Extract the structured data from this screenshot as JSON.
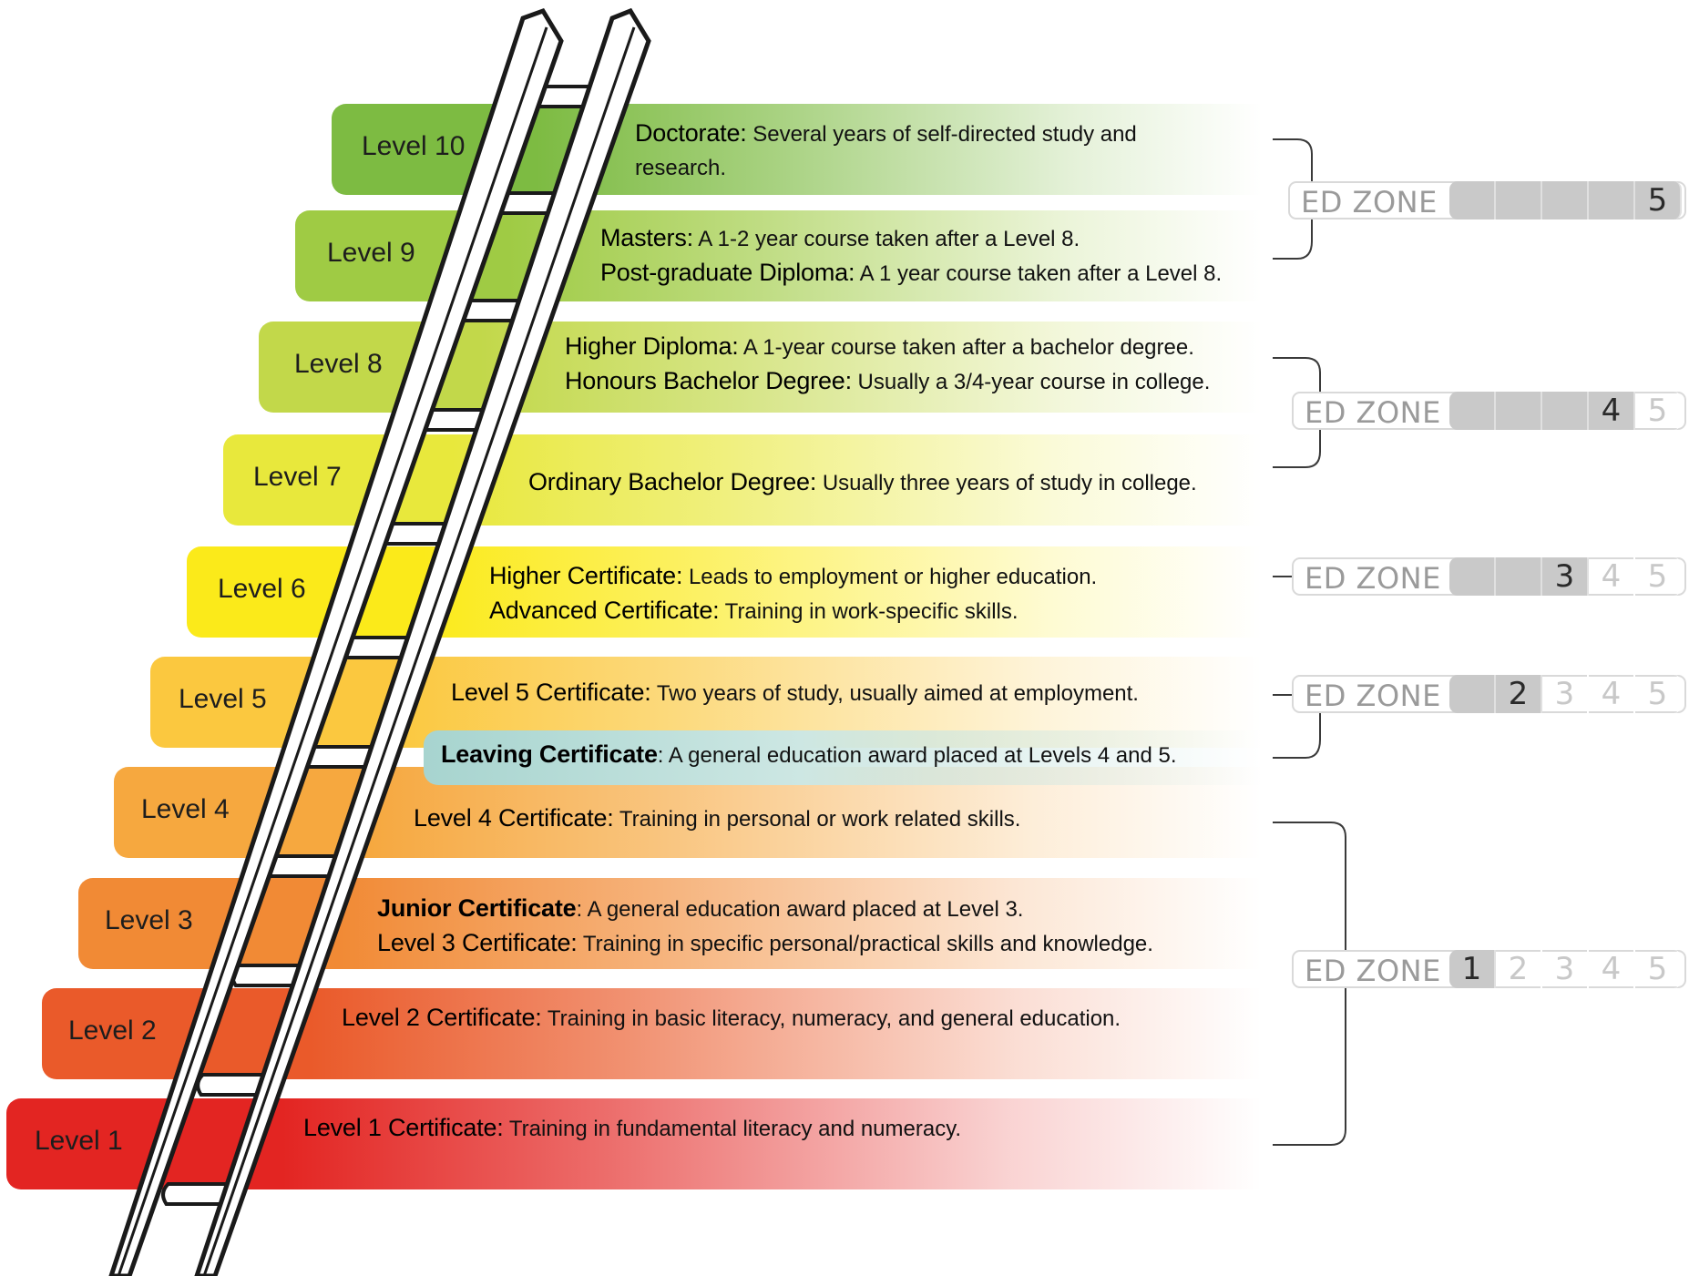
{
  "colors": {
    "level1": "#e32522",
    "level2": "#ea5a2a",
    "level3": "#f18a35",
    "level4": "#f6a83f",
    "level5": "#fbc83f",
    "level6": "#fbea1a",
    "level7": "#e8e83c",
    "level8": "#c2d84a",
    "level9": "#9fcb44",
    "level10": "#7dbb42",
    "leaving": "#a7d4cf"
  },
  "levels": [
    {
      "label": "Level 10",
      "line1_term": "Doctorate:",
      "line1_text": " Several years of self-directed study and research."
    },
    {
      "label": "Level 9",
      "line1_term": "Masters:",
      "line1_text": " A 1-2 year course taken after a Level 8.",
      "line2_term": "Post-graduate Diploma:",
      "line2_text": " A 1 year course taken after a Level 8."
    },
    {
      "label": "Level 8",
      "line1_term": "Higher Diploma:",
      "line1_text": " A 1-year course taken after a bachelor degree.",
      "line2_term": "Honours Bachelor Degree:",
      "line2_text": " Usually a 3/4-year course in college."
    },
    {
      "label": "Level 7",
      "line1_term": "Ordinary Bachelor Degree:",
      "line1_text": " Usually three years of study in college."
    },
    {
      "label": "Level 6",
      "line1_term": "Higher Certificate:",
      "line1_text": " Leads to employment or higher education.",
      "line2_term": "Advanced Certificate:",
      "line2_text": " Training in work-specific skills."
    },
    {
      "label": "Level 5",
      "line1_term": "Level 5 Certificate:",
      "line1_text": " Two years of study, usually aimed at employment."
    },
    {
      "label": "Level 4",
      "line1_term": "Level 4 Certificate:",
      "line1_text": " Training in personal or work related skills."
    },
    {
      "label": "Level 3",
      "line1_term": "Junior Certificate",
      "line1_text": ": A general education award placed at Level 3.",
      "line2_term": "Level 3 Certificate:",
      "line2_text": " Training in specific personal/practical skills and knowledge."
    },
    {
      "label": "Level 2",
      "line1_term": "Level 2 Certificate:",
      "line1_text": " Training in basic literacy, numeracy, and general education."
    },
    {
      "label": "Level 1",
      "line1_term": "Level 1 Certificate:",
      "line1_text": " Training in fundamental literacy and numeracy."
    }
  ],
  "leaving": {
    "term": "Leaving Certificate",
    "text": ": A general education award placed at Levels 4 and 5."
  },
  "zones": [
    {
      "label": "ED ZONE",
      "value": 5,
      "digits": [
        "",
        "",
        "",
        "",
        "5"
      ]
    },
    {
      "label": "ED ZONE",
      "value": 4,
      "digits": [
        "",
        "",
        "",
        "4",
        "5"
      ]
    },
    {
      "label": "ED ZONE",
      "value": 3,
      "digits": [
        "",
        "",
        "3",
        "4",
        "5"
      ]
    },
    {
      "label": "ED ZONE",
      "value": 2,
      "digits": [
        "",
        "2",
        "3",
        "4",
        "5"
      ]
    },
    {
      "label": "ED ZONE",
      "value": 1,
      "digits": [
        "1",
        "2",
        "3",
        "4",
        "5"
      ]
    }
  ]
}
